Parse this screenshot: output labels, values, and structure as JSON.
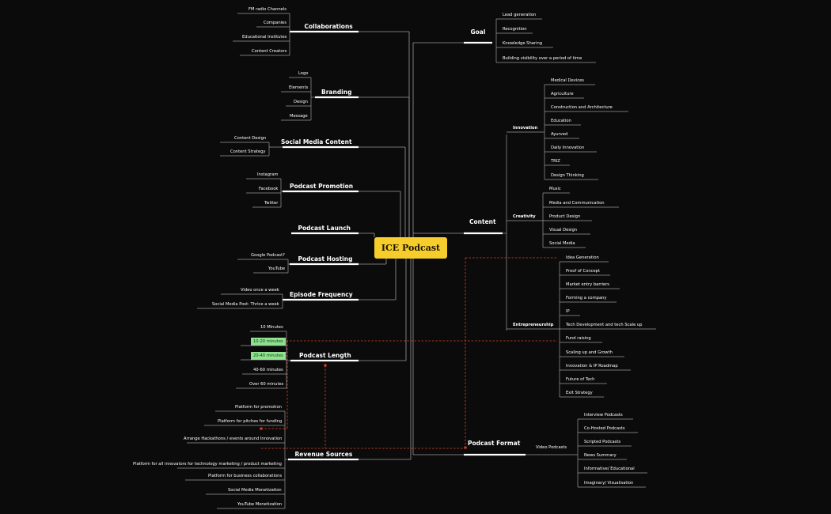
{
  "root": "ICE Podcast",
  "colors": {
    "background": "#0b0b0b",
    "root_fill": "#f7cd2c",
    "line": "#9a9a9a",
    "highlight": "#8fe08f",
    "link": "#e0432b"
  },
  "left": [
    {
      "label": "Collaborations",
      "children": [
        "FM radio Channels",
        "Companies",
        "Educational Institutes",
        "Content Creators"
      ]
    },
    {
      "label": "Branding",
      "children": [
        "Logo",
        "Elements",
        "Design",
        "Message"
      ]
    },
    {
      "label": "Social Media Content",
      "children": [
        "Content Design",
        "Content Strategy"
      ]
    },
    {
      "label": "Podcast Promotion",
      "children": [
        "Instagram",
        "Facebook",
        "Twitter"
      ]
    },
    {
      "label": "Podcast Launch",
      "children": []
    },
    {
      "label": "Podcast Hosting",
      "children": [
        "Google Podcast?",
        "YouTube"
      ]
    },
    {
      "label": "Episode Frequency",
      "children": [
        "Video once a week",
        "Social Media Post: Thrice a week"
      ]
    },
    {
      "label": "Podcast Length",
      "children": [
        "10 Minutes",
        "10-20 minutes",
        "20-40 minutes",
        "40-60 minutes",
        "Over 60 minutes"
      ],
      "highlighted": [
        "10-20 minutes",
        "20-40 minutes"
      ]
    },
    {
      "label": "Revenue Sources",
      "children": [
        "Platform for promotion",
        "Platform for pitches for funding",
        "Arrange Hackathons / events around Innovation",
        "Platform for all innovators for technology marketing / product marketing",
        "Platform for business collaborations",
        "Social Media Monetization",
        "YouTube Monetization"
      ]
    }
  ],
  "right": [
    {
      "label": "Goal",
      "children": [
        "Lead generation",
        "Recognition",
        "Knowledge Sharing",
        "Building visibility over a period of time"
      ]
    },
    {
      "label": "Content",
      "children": [
        {
          "label": "Innovation",
          "children": [
            "Medical Devices",
            "Agriculture",
            "Construction and Architecture",
            "Education",
            "Ayurved",
            "Daily Innovation",
            "TRIZ",
            "Design Thinking"
          ]
        },
        {
          "label": "Creativity",
          "children": [
            "Music",
            "Media and Communication",
            "Product Design",
            "Visual Design",
            "Social Media"
          ]
        },
        {
          "label": "Entrepreneurship",
          "children": [
            "Idea Generation",
            "Proof of Concept",
            "Market entry barriers",
            "Forming a company",
            "IP",
            "Tech Development and tech Scale up",
            "Fund raising",
            "Scaling up and Growth",
            "Innovation & IP Roadmap",
            "Future of Tech",
            "Exit Strategy"
          ]
        }
      ]
    },
    {
      "label": "Podcast Format",
      "children": [
        {
          "label": "Video Podcasts",
          "children": [
            "Interview Podcasts",
            "Co-Hosted Podcasts",
            "Scripted Podcasts",
            "News Summary",
            "Informative/ Educational",
            "Imaginary/ Visualisation"
          ]
        }
      ]
    }
  ]
}
